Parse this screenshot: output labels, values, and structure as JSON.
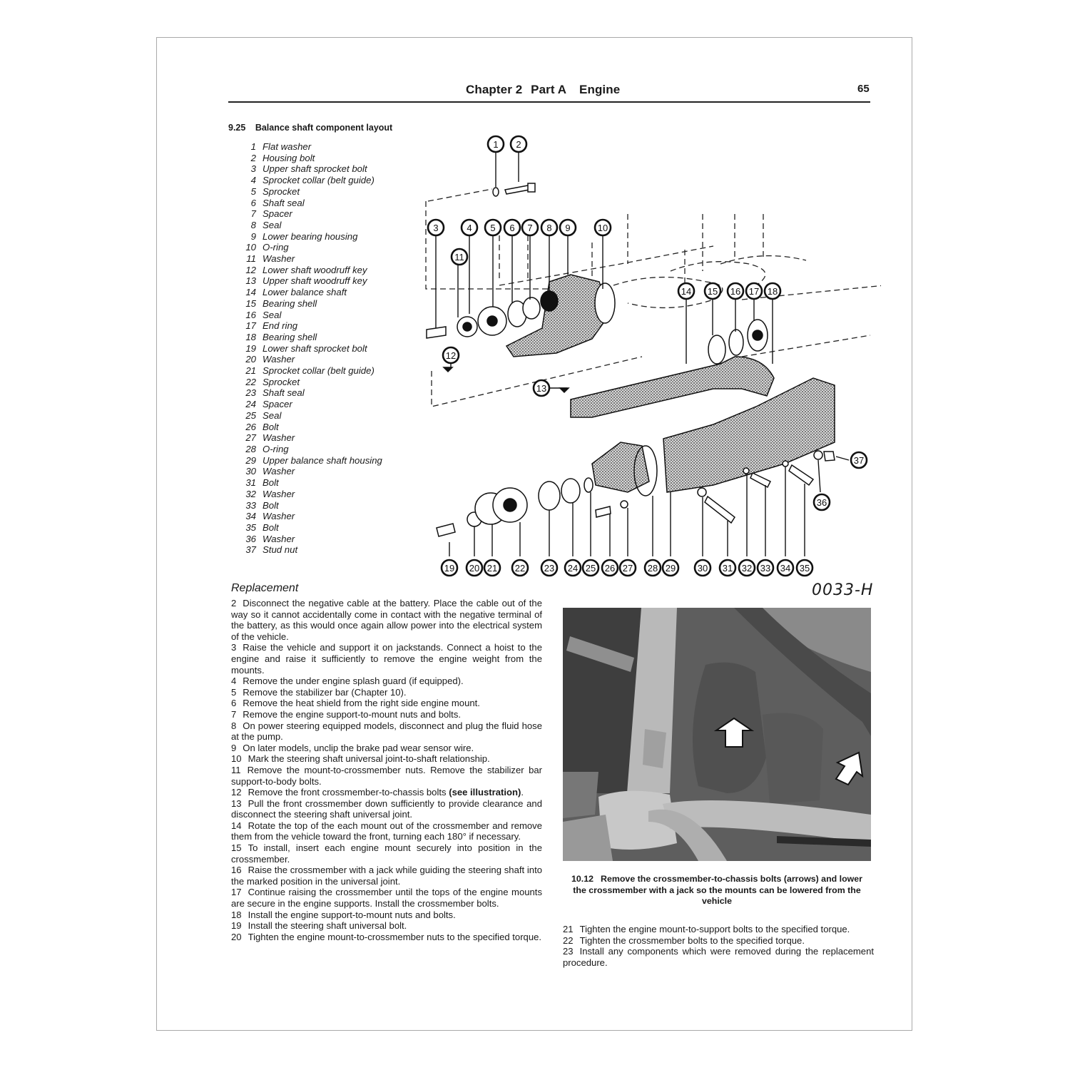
{
  "header": {
    "chapter": "Chapter 2",
    "part": "Part A",
    "section": "Engine",
    "page_number": "65"
  },
  "figure_9_25": {
    "number": "9.25",
    "title": "Balance shaft component layout",
    "drawing_id": "0033-H",
    "legend": [
      {
        "n": "1",
        "label": "Flat washer"
      },
      {
        "n": "2",
        "label": "Housing bolt"
      },
      {
        "n": "3",
        "label": "Upper shaft sprocket bolt"
      },
      {
        "n": "4",
        "label": "Sprocket collar (belt guide)"
      },
      {
        "n": "5",
        "label": "Sprocket"
      },
      {
        "n": "6",
        "label": "Shaft seal"
      },
      {
        "n": "7",
        "label": "Spacer"
      },
      {
        "n": "8",
        "label": "Seal"
      },
      {
        "n": "9",
        "label": "Lower bearing housing"
      },
      {
        "n": "10",
        "label": "O-ring"
      },
      {
        "n": "11",
        "label": "Washer"
      },
      {
        "n": "12",
        "label": "Lower shaft woodruff key"
      },
      {
        "n": "13",
        "label": "Upper shaft woodruff key"
      },
      {
        "n": "14",
        "label": "Lower balance shaft"
      },
      {
        "n": "15",
        "label": "Bearing shell"
      },
      {
        "n": "16",
        "label": "Seal"
      },
      {
        "n": "17",
        "label": "End ring"
      },
      {
        "n": "18",
        "label": "Bearing shell"
      },
      {
        "n": "19",
        "label": "Lower shaft sprocket bolt"
      },
      {
        "n": "20",
        "label": "Washer"
      },
      {
        "n": "21",
        "label": "Sprocket collar (belt guide)"
      },
      {
        "n": "22",
        "label": "Sprocket"
      },
      {
        "n": "23",
        "label": "Shaft seal"
      },
      {
        "n": "24",
        "label": "Spacer"
      },
      {
        "n": "25",
        "label": "Seal"
      },
      {
        "n": "26",
        "label": "Bolt"
      },
      {
        "n": "27",
        "label": "Washer"
      },
      {
        "n": "28",
        "label": "O-ring"
      },
      {
        "n": "29",
        "label": "Upper balance shaft housing"
      },
      {
        "n": "30",
        "label": "Washer"
      },
      {
        "n": "31",
        "label": "Bolt"
      },
      {
        "n": "32",
        "label": "Washer"
      },
      {
        "n": "33",
        "label": "Bolt"
      },
      {
        "n": "34",
        "label": "Washer"
      },
      {
        "n": "35",
        "label": "Bolt"
      },
      {
        "n": "36",
        "label": "Washer"
      },
      {
        "n": "37",
        "label": "Stud nut"
      }
    ],
    "callouts": {
      "c1": "1",
      "c2": "2",
      "c3": "3",
      "c4": "4",
      "c5": "5",
      "c6": "6",
      "c7": "7",
      "c8": "8",
      "c9": "9",
      "c10": "10",
      "c11": "11",
      "c12": "12",
      "c13": "13",
      "c14": "14",
      "c15": "15",
      "c16": "16",
      "c17": "17",
      "c18": "18",
      "c19": "19",
      "c20": "20",
      "c21": "21",
      "c22": "22",
      "c23": "23",
      "c24": "24",
      "c25": "25",
      "c26": "26",
      "c27": "27",
      "c28": "28",
      "c29": "29",
      "c30": "30",
      "c31": "31",
      "c32": "32",
      "c33": "33",
      "c34": "34",
      "c35": "35",
      "c36": "36",
      "c37": "37"
    }
  },
  "replacement": {
    "heading": "Replacement",
    "steps_left": [
      {
        "n": "2",
        "text": "Disconnect the negative cable at the battery. Place the cable out of the way so it cannot accidentally come in contact with the negative terminal of the battery, as this would once again allow power into the electrical system of the vehicle."
      },
      {
        "n": "3",
        "text": "Raise the vehicle and support it on jackstands. Connect a hoist to the engine and raise it sufficiently to remove the engine weight from the mounts."
      },
      {
        "n": "4",
        "text": "Remove the under engine splash guard (if equipped)."
      },
      {
        "n": "5",
        "text": "Remove the stabilizer bar (Chapter 10)."
      },
      {
        "n": "6",
        "text": "Remove the heat shield from the right side engine mount."
      },
      {
        "n": "7",
        "text": "Remove the engine support-to-mount nuts and bolts."
      },
      {
        "n": "8",
        "text": "On power steering equipped models, disconnect and plug the fluid hose at the pump."
      },
      {
        "n": "9",
        "text": "On later models, unclip the brake pad wear sensor wire."
      },
      {
        "n": "10",
        "text": "Mark the steering shaft universal joint-to-shaft relationship."
      },
      {
        "n": "11",
        "text": "Remove the mount-to-crossmember nuts. Remove the stabilizer bar support-to-body bolts."
      },
      {
        "n": "12",
        "text": "Remove the front crossmember-to-chassis bolts",
        "bold_suffix": "(see illustration)",
        "end": "."
      },
      {
        "n": "13",
        "text": "Pull the front crossmember down sufficiently to provide clearance and disconnect the steering shaft universal joint."
      },
      {
        "n": "14",
        "text": "Rotate the top of the each mount out of the crossmember and remove them from the vehicle toward the front, turning each 180° if necessary."
      },
      {
        "n": "15",
        "text": "To install, insert each engine mount securely into position in the crossmember."
      },
      {
        "n": "16",
        "text": "Raise the crossmember with a jack while guiding the steering shaft into the marked position in the universal joint."
      },
      {
        "n": "17",
        "text": "Continue raising the crossmember until the tops of the engine mounts are secure in the engine supports. Install the crossmember bolts."
      },
      {
        "n": "18",
        "text": "Install the engine support-to-mount nuts and bolts."
      },
      {
        "n": "19",
        "text": "Install the steering shaft universal bolt."
      },
      {
        "n": "20",
        "text": "Tighten the engine mount-to-crossmember nuts to the specified torque."
      }
    ],
    "steps_right": [
      {
        "n": "21",
        "text": "Tighten the engine mount-to-support bolts to the specified torque."
      },
      {
        "n": "22",
        "text": "Tighten the crossmember bolts to the specified torque."
      },
      {
        "n": "23",
        "text": "Install any components which were removed during the replacement procedure."
      }
    ]
  },
  "figure_10_12": {
    "number": "10.12",
    "caption": "Remove the crossmember-to-chassis bolts (arrows) and lower the crossmember with a jack so the mounts can be lowered from the vehicle"
  }
}
